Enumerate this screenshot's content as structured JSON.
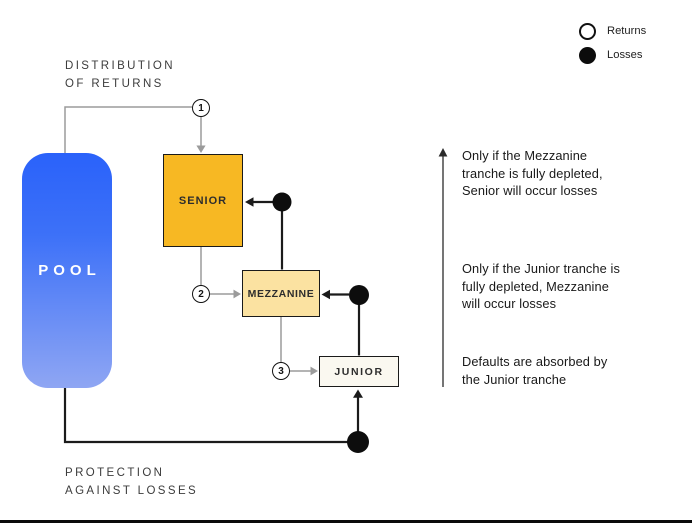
{
  "legend": {
    "returns_label": "Returns",
    "losses_label": "Losses"
  },
  "labels": {
    "distribution_line1": "DISTRIBUTION",
    "distribution_line2": "OF RETURNS",
    "protection_line1": "PROTECTION",
    "protection_line2": "AGAINST LOSSES"
  },
  "pool": {
    "label": "POOL"
  },
  "tranches": {
    "senior": "SENIOR",
    "mezzanine": "MEZZANINE",
    "junior": "JUNIOR"
  },
  "steps": {
    "one": "1",
    "two": "2",
    "three": "3"
  },
  "annotations": {
    "senior_note": {
      "lines": [
        "Only if the Mezzanine",
        "tranche is fully depleted,",
        "Senior will occur losses"
      ]
    },
    "mezzanine_note": {
      "lines": [
        "Only if the Junior tranche is",
        "fully depleted, Mezzanine",
        "will occur losses"
      ]
    },
    "junior_note": {
      "lines": [
        "Defaults are absorbed by",
        "the Junior tranche"
      ]
    }
  },
  "colors": {
    "pool_gradient_top": "#2A62FA",
    "pool_gradient_bottom": "#8FA6F3",
    "senior_fill": "#F7B823",
    "mezzanine_fill": "#FBE2A1",
    "junior_fill": "#FAF8F0",
    "returns_line": "#9B9B9B",
    "losses_line": "#1B1B1B"
  }
}
